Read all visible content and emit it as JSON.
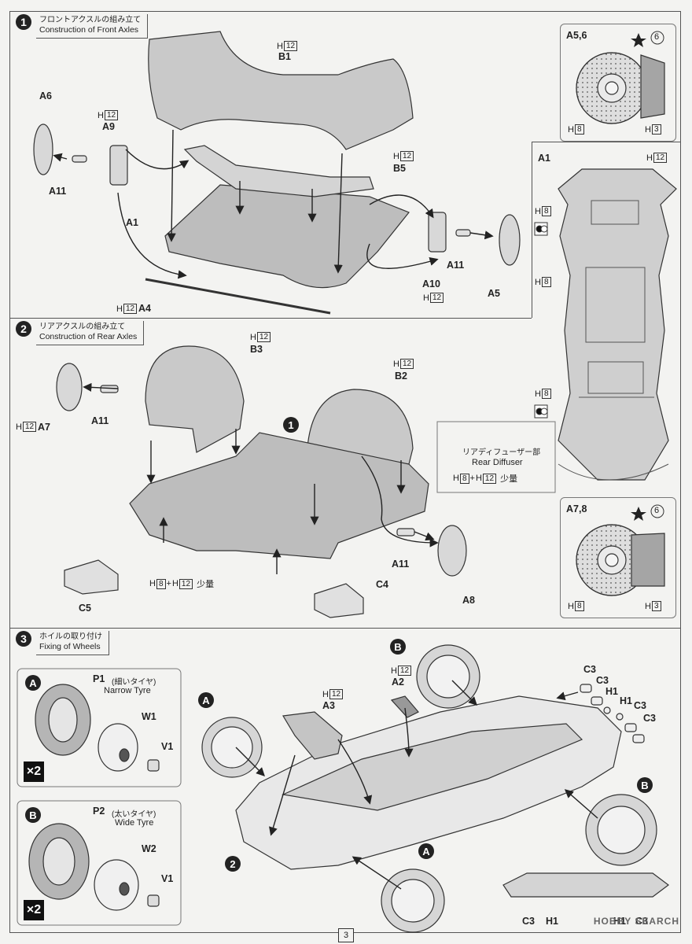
{
  "steps": [
    {
      "num": "1",
      "jp": "フロントアクスルの組み立て",
      "en": "Construction of Front Axles"
    },
    {
      "num": "2",
      "jp": "リアアクスルの組み立て",
      "en": "Construction of Rear Axles"
    },
    {
      "num": "3",
      "jp": "ホイルの取り付け",
      "en": "Fixing of Wheels"
    }
  ],
  "part_labels": {
    "B1": "B1",
    "A6": "A6",
    "A9": "A9",
    "A11": "A11",
    "A1": "A1",
    "A4": "A4",
    "B5": "B5",
    "A10": "A10",
    "A5": "A5",
    "B3": "B3",
    "B2": "B2",
    "A7": "A7",
    "C5": "C5",
    "C4": "C4",
    "A8": "A8",
    "P1": "P1",
    "W1": "W1",
    "V1": "V1",
    "P2": "P2",
    "W2": "W2",
    "A2": "A2",
    "A3": "A3",
    "C3": "C3",
    "H1": "H1"
  },
  "h_letter": "H",
  "colors": {
    "h8": "8",
    "h12": "12",
    "h3": "3",
    "star6": "6"
  },
  "mix_note": "H8+H12 少量",
  "plus": "+",
  "small_amount": "少量",
  "inset_a56": {
    "title": "A5,6"
  },
  "inset_a78": {
    "title": "A7,8"
  },
  "inset_a1": {
    "title": "A1",
    "diffuser_jp": "リアディフューザー部",
    "diffuser_en": "Rear Diffuser"
  },
  "tyres": {
    "narrow_jp": "(細いタイヤ)",
    "narrow_en": "Narrow Tyre",
    "wide_jp": "(太いタイヤ)",
    "wide_en": "Wide Tyre",
    "multiplier": "×2"
  },
  "markers": {
    "A": "A",
    "B": "B",
    "one": "1",
    "two": "2"
  },
  "page_number": "3",
  "watermark": "HOBBY SEARCH"
}
